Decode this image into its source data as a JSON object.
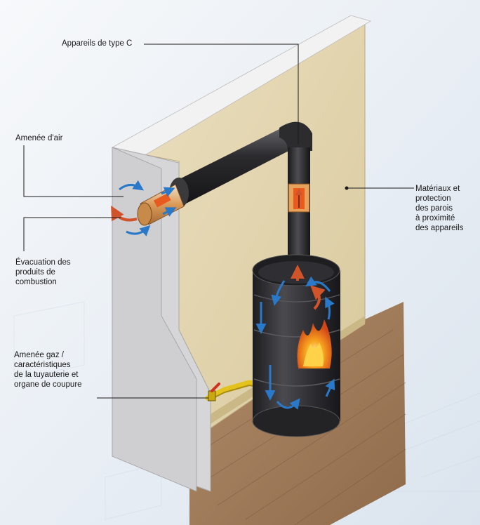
{
  "labels": {
    "type_c": "Appareils de type C",
    "air_intake": "Amenée d'air",
    "exhaust": "Évacuation des\nproduits de\ncombustion",
    "gas_supply": "Amenée gaz /\ncaractéristiques\nde la tuyauterie et\norgane de coupure",
    "materials": "Matériaux et\nprotection\ndes parois\nà proximité\ndes appareils"
  },
  "colors": {
    "wall_face": "#e0d2ab",
    "wall_edge": "#d0d0d0",
    "floor": "#a07c5c",
    "pipe": "#2d2d2f",
    "stove_body": "#303033",
    "flame": "#f39a1e",
    "airflow": "#2a78c8",
    "exhaust_arrow": "#d0532a",
    "gas_pipe": "#e3c21b",
    "leader_line": "#1a1a1a"
  },
  "icons": [
    "airflow-arrow-icon",
    "exhaust-arrow-icon",
    "flame-icon",
    "gas-valve-icon"
  ]
}
